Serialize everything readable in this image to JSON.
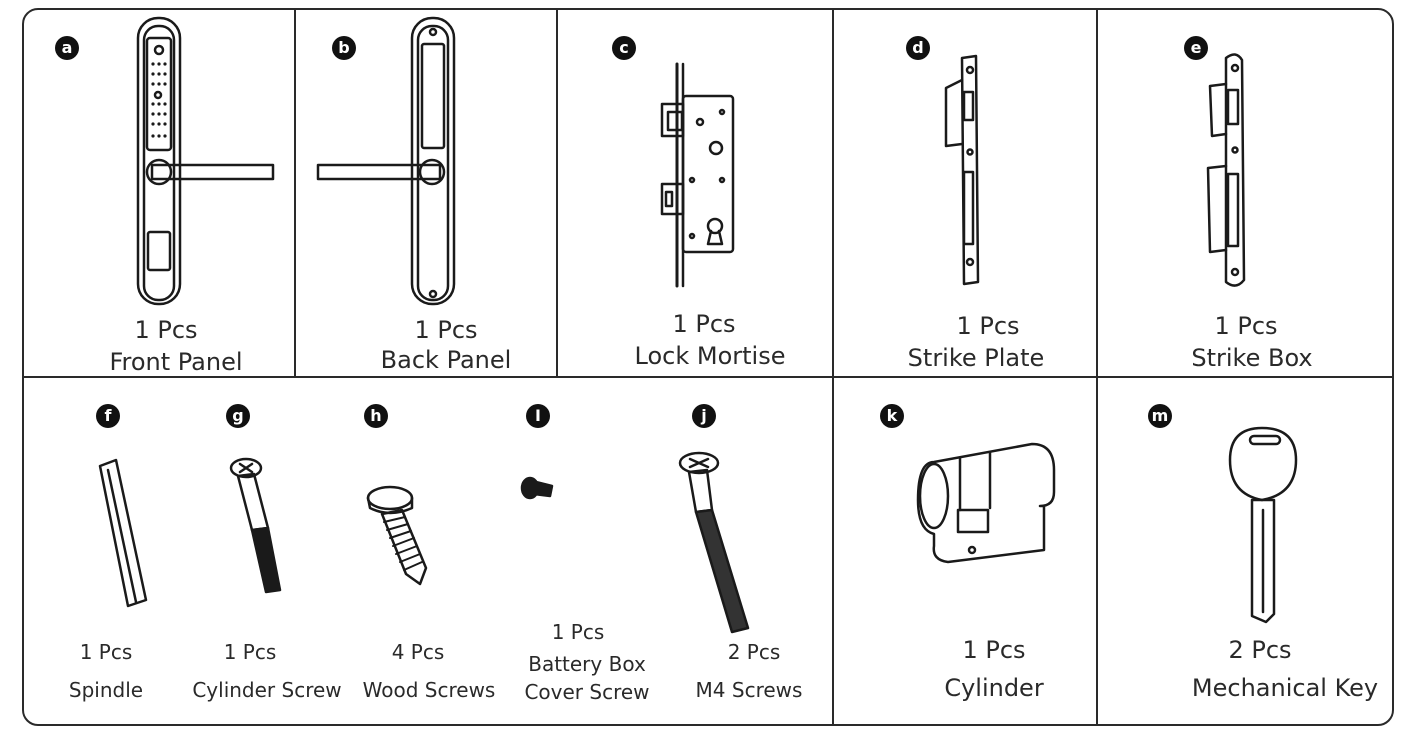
{
  "top_row": [
    {
      "badge": "a",
      "qty": "1 Pcs",
      "name": "Front Panel"
    },
    {
      "badge": "b",
      "qty": "1 Pcs",
      "name": "Back Panel"
    },
    {
      "badge": "c",
      "qty": "1 Pcs",
      "name": "Lock Mortise"
    },
    {
      "badge": "d",
      "qty": "1 Pcs",
      "name": "Strike Plate"
    },
    {
      "badge": "e",
      "qty": "1 Pcs",
      "name": "Strike Box"
    }
  ],
  "bottom_row": [
    {
      "badge": "f",
      "qty": "1 Pcs",
      "name": "Spindle"
    },
    {
      "badge": "g",
      "qty": "1 Pcs",
      "name": "Cylinder Screw"
    },
    {
      "badge": "h",
      "qty": "4 Pcs",
      "name": "Wood Screws"
    },
    {
      "badge": "I",
      "qty": "1 Pcs",
      "name_line1": "Battery Box",
      "name_line2": "Cover Screw"
    },
    {
      "badge": "j",
      "qty": "2 Pcs",
      "name": "M4 Screws"
    },
    {
      "badge": "k",
      "qty": "1 Pcs",
      "name": "Cylinder"
    },
    {
      "badge": "m",
      "qty": "2 Pcs",
      "name": "Mechanical Key"
    }
  ]
}
